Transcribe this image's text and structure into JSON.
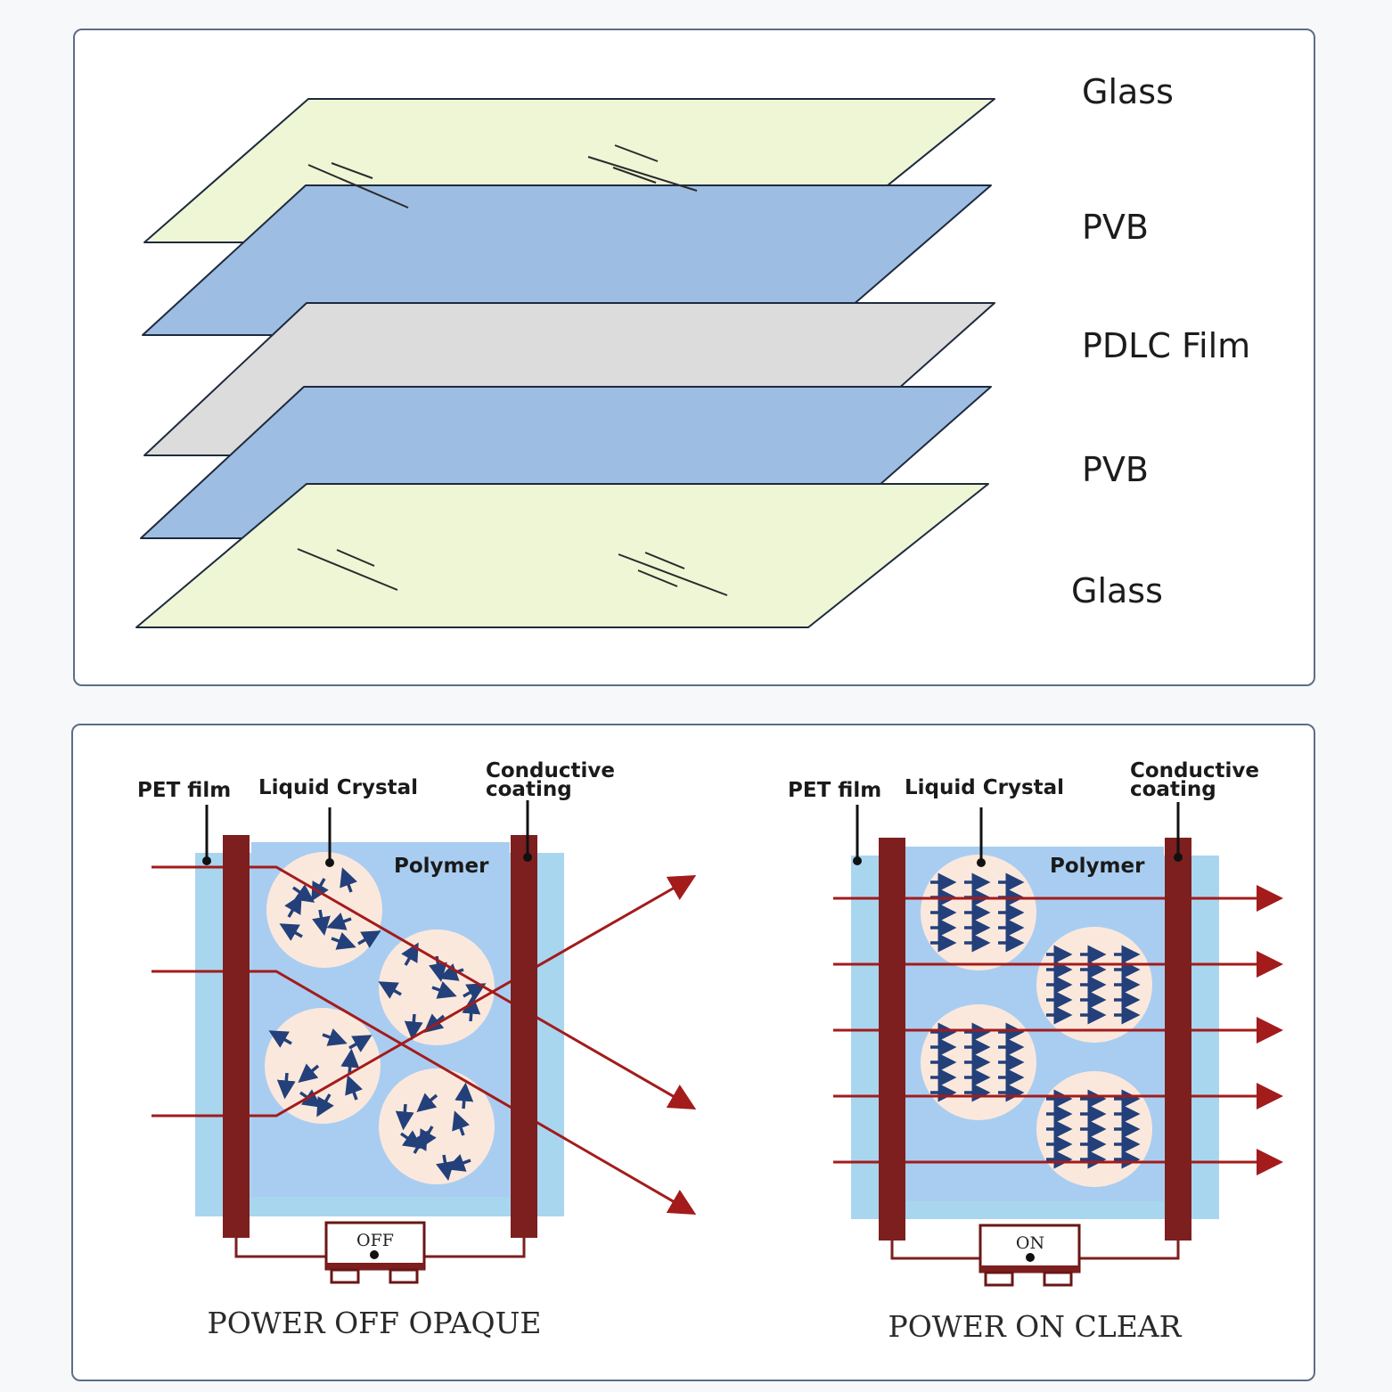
{
  "layers_diagram": {
    "layers": [
      {
        "label": "Glass",
        "color": "#eef6d6"
      },
      {
        "label": "PVB",
        "color": "#9ebde2"
      },
      {
        "label": "PDLC Film",
        "color": "#dcdcdc"
      },
      {
        "label": "PVB",
        "color": "#9ebde2"
      },
      {
        "label": "Glass",
        "color": "#eef6d6"
      }
    ]
  },
  "states": [
    {
      "pet_label": "PET film",
      "lc_label": "Liquid Crystal",
      "conductive_label": [
        "Conductive",
        "coating"
      ],
      "polymer_label": "Polymer",
      "switch_label": "OFF",
      "caption": "POWER OFF OPAQUE"
    },
    {
      "pet_label": "PET film",
      "lc_label": "Liquid Crystal",
      "conductive_label": [
        "Conductive",
        "coating"
      ],
      "polymer_label": "Polymer",
      "switch_label": "ON",
      "caption": "POWER ON CLEAR"
    }
  ],
  "colors": {
    "pet": "#a9d6ef",
    "polymer": "#a9cdf0",
    "electrode": "#7d1f1f",
    "droplet": "#fbe8dc",
    "molecule_arrow": "#23407a",
    "light_ray": "#a31b1b"
  }
}
